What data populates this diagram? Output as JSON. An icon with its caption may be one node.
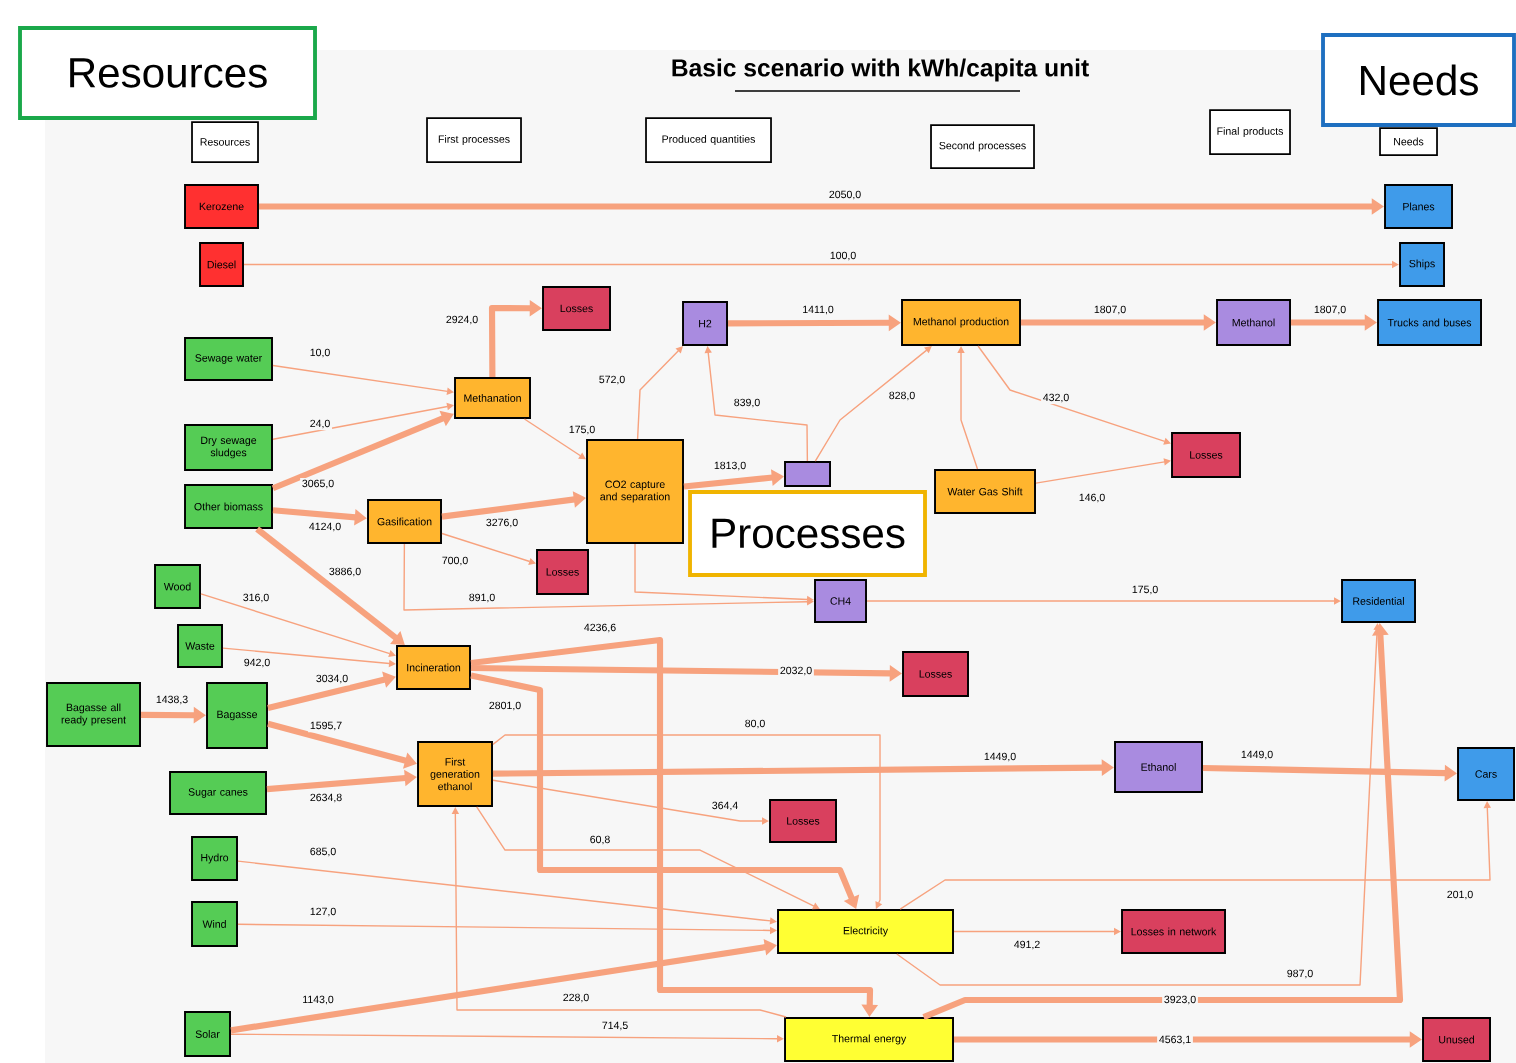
{
  "diagram": {
    "title": "Basic scenario with kWh/capita unit",
    "nodes": [
      {
        "text": [
          "Resources"
        ]
      },
      {
        "text": [
          "Needs"
        ]
      },
      {
        "text": [
          "Resources"
        ]
      },
      {
        "text": [
          "First processes"
        ]
      },
      {
        "text": [
          "Produced quantities"
        ]
      },
      {
        "text": [
          "Second processes"
        ]
      },
      {
        "text": [
          "Final products"
        ]
      },
      {
        "text": [
          "Needs"
        ]
      },
      {
        "text": [
          "Kerozene"
        ]
      },
      {
        "text": [
          "Diesel"
        ]
      },
      {
        "text": [
          "Sewage water"
        ]
      },
      {
        "text": [
          "Dry sewage sludges"
        ]
      },
      {
        "text": [
          "Other biomass"
        ]
      },
      {
        "text": [
          "Wood"
        ]
      },
      {
        "text": [
          "Waste"
        ]
      },
      {
        "text": [
          "Bagasse all ready present"
        ]
      },
      {
        "text": [
          "Bagasse"
        ]
      },
      {
        "text": [
          "Sugar canes"
        ]
      },
      {
        "text": [
          "Hydro"
        ]
      },
      {
        "text": [
          "Wind"
        ]
      },
      {
        "text": [
          "Solar"
        ]
      },
      {
        "text": [
          "Methanation"
        ]
      },
      {
        "text": [
          "Losses"
        ]
      },
      {
        "text": [
          "Gasification"
        ]
      },
      {
        "text": [
          "Losses"
        ]
      },
      {
        "text": [
          "CO2 capture and separation"
        ]
      },
      {
        "text": [
          "Incineration"
        ]
      },
      {
        "text": [
          "First generation ethanol"
        ]
      },
      {
        "text": [
          "H2"
        ]
      },
      {
        "text": [],
        "shape": "box"
      },
      {
        "text": [
          "Water Gas Shift"
        ]
      },
      {
        "text": [
          "Processes"
        ]
      },
      {
        "text": [
          "Methanol production"
        ]
      },
      {
        "text": [
          "Methanol"
        ]
      },
      {
        "text": [
          "Losses"
        ]
      },
      {
        "text": [
          "CH4"
        ]
      },
      {
        "text": [
          "Losses"
        ]
      },
      {
        "text": [
          "Ethanol"
        ]
      },
      {
        "text": [
          "Losses"
        ]
      },
      {
        "text": [
          "Electricity"
        ]
      },
      {
        "text": [
          "Losses in network"
        ]
      },
      {
        "text": [
          "Thermal energy"
        ]
      },
      {
        "text": [
          "Unused"
        ]
      },
      {
        "text": [
          "Planes"
        ]
      },
      {
        "text": [
          "Ships"
        ]
      },
      {
        "text": [
          "Trucks and buses"
        ]
      },
      {
        "text": [
          "Residential"
        ]
      },
      {
        "text": [
          "Cars"
        ]
      }
    ],
    "edges": [
      {
        "from": 8,
        "to": 43,
        "arrow": "to",
        "label": "2050,0",
        "style": "thick"
      },
      {
        "from": 9,
        "to": 44,
        "arrow": "to",
        "label": "100,0"
      },
      {
        "from": 10,
        "to": 21,
        "arrow": "to",
        "label": "10,0"
      },
      {
        "from": 11,
        "to": 21,
        "arrow": "to",
        "label": "24,0"
      },
      {
        "from": 12,
        "to": 21,
        "arrow": "to",
        "label": "3065,0",
        "style": "thick"
      },
      {
        "from": 12,
        "to": 23,
        "arrow": "to",
        "label": "4124,0",
        "style": "thick"
      },
      {
        "from": 12,
        "to": 26,
        "arrow": "to",
        "label": "3886,0",
        "style": "thick"
      },
      {
        "from": 13,
        "to": 26,
        "arrow": "to",
        "label": "316,0"
      },
      {
        "from": 14,
        "to": 26,
        "arrow": "to",
        "label": "942,0"
      },
      {
        "from": 15,
        "to": 16,
        "arrow": "to",
        "label": "1438,3",
        "style": "thick"
      },
      {
        "from": 16,
        "to": 26,
        "arrow": "to",
        "label": "3034,0",
        "style": "thick"
      },
      {
        "from": 16,
        "to": 27,
        "arrow": "to",
        "label": "1595,7",
        "style": "thick"
      },
      {
        "from": 17,
        "to": 27,
        "arrow": "to",
        "label": "2634,8",
        "style": "thick"
      },
      {
        "from": 21,
        "to": 22,
        "arrow": "to",
        "label": "2924,0",
        "style": "thick"
      },
      {
        "from": 21,
        "to": 25,
        "arrow": "to",
        "label": "175,0"
      },
      {
        "from": 23,
        "to": 25,
        "arrow": "to",
        "label": "3276,0",
        "style": "thick"
      },
      {
        "from": 23,
        "to": 24,
        "arrow": "to",
        "label": "700,0"
      },
      {
        "from": 23,
        "to": 35,
        "arrow": "to",
        "label": "891,0"
      },
      {
        "from": 25,
        "to": 35,
        "arrow": "to"
      },
      {
        "from": 25,
        "to": 28,
        "arrow": "to",
        "label": "572,0"
      },
      {
        "from": 25,
        "to": 29,
        "arrow": "to",
        "label": "1813,0",
        "style": "thick"
      },
      {
        "from": 29,
        "to": 28,
        "arrow": "to",
        "label": "839,0"
      },
      {
        "from": 29,
        "to": 32,
        "arrow": "to",
        "label": "828,0"
      },
      {
        "from": 30,
        "to": 32,
        "arrow": "to"
      },
      {
        "from": 28,
        "to": 32,
        "arrow": "to",
        "label": "1411,0",
        "style": "thick"
      },
      {
        "from": 32,
        "to": 33,
        "arrow": "to",
        "label": "1807,0",
        "style": "thick"
      },
      {
        "from": 33,
        "to": 45,
        "arrow": "to",
        "label": "1807,0",
        "style": "thick"
      },
      {
        "from": 32,
        "to": 34,
        "arrow": "to",
        "label": "432,0"
      },
      {
        "from": 30,
        "to": 34,
        "arrow": "to",
        "label": "146,0"
      },
      {
        "from": 35,
        "to": 46,
        "arrow": "to",
        "label": "175,0"
      },
      {
        "from": 26,
        "to": 36,
        "arrow": "to",
        "label": "2032,0",
        "style": "thick"
      },
      {
        "from": 26,
        "to": 41,
        "arrow": "to",
        "label": "4236,6",
        "style": "thick"
      },
      {
        "from": 26,
        "to": 39,
        "arrow": "to",
        "label": "2801,0",
        "style": "thick"
      },
      {
        "from": 27,
        "to": 37,
        "arrow": "to",
        "label": "1449,0",
        "style": "thick"
      },
      {
        "from": 27,
        "to": 38,
        "arrow": "to",
        "label": "364,4"
      },
      {
        "from": 27,
        "to": 39,
        "arrow": "to",
        "label": "80,0"
      },
      {
        "from": 27,
        "to": 39,
        "arrow": "to",
        "label": "60,8"
      },
      {
        "from": 18,
        "to": 39,
        "arrow": "to",
        "label": "685,0"
      },
      {
        "from": 19,
        "to": 39,
        "arrow": "to",
        "label": "127,0"
      },
      {
        "from": 20,
        "to": 39,
        "arrow": "to",
        "label": "1143,0",
        "style": "thick"
      },
      {
        "from": 41,
        "to": 27,
        "arrow": "to",
        "label": "228,0"
      },
      {
        "from": 20,
        "to": 41,
        "arrow": "to",
        "label": "714,5"
      },
      {
        "from": 39,
        "to": 40,
        "arrow": "to",
        "label": "491,2"
      },
      {
        "from": 39,
        "to": 46,
        "arrow": "to",
        "label": "987,0"
      },
      {
        "from": 39,
        "to": 47,
        "arrow": "to",
        "label": "201,0"
      },
      {
        "from": 41,
        "to": 46,
        "arrow": "to",
        "label": "3923,0",
        "style": "thick"
      },
      {
        "from": 41,
        "to": 42,
        "arrow": "to",
        "label": "4563,1",
        "style": "thick"
      },
      {
        "from": 37,
        "to": 47,
        "arrow": "to",
        "label": "1449,0",
        "style": "thick"
      }
    ]
  }
}
